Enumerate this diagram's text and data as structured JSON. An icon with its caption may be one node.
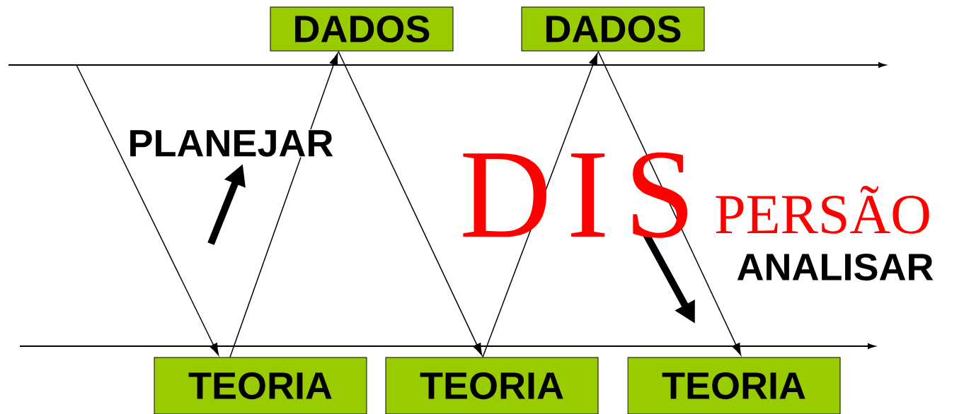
{
  "diagram": {
    "nodes": [
      {
        "text": [
          "DADOS"
        ]
      },
      {
        "text": [
          "DADOS"
        ]
      },
      {
        "text": [
          "TEORIA"
        ]
      },
      {
        "text": [
          "TEORIA"
        ]
      },
      {
        "text": [
          "TEORIA"
        ]
      }
    ],
    "edges": [
      {
        "from": null,
        "to": 2,
        "arrow": "to"
      },
      {
        "from": 2,
        "to": 0,
        "arrow": "to"
      },
      {
        "from": 0,
        "to": 3,
        "arrow": "to"
      },
      {
        "from": 3,
        "to": 1,
        "arrow": "to"
      },
      {
        "from": 1,
        "to": 4,
        "arrow": "to"
      }
    ],
    "labels": [
      "PLANEJAR",
      "DIS",
      "PERSÃO",
      "ANALISAR"
    ]
  }
}
